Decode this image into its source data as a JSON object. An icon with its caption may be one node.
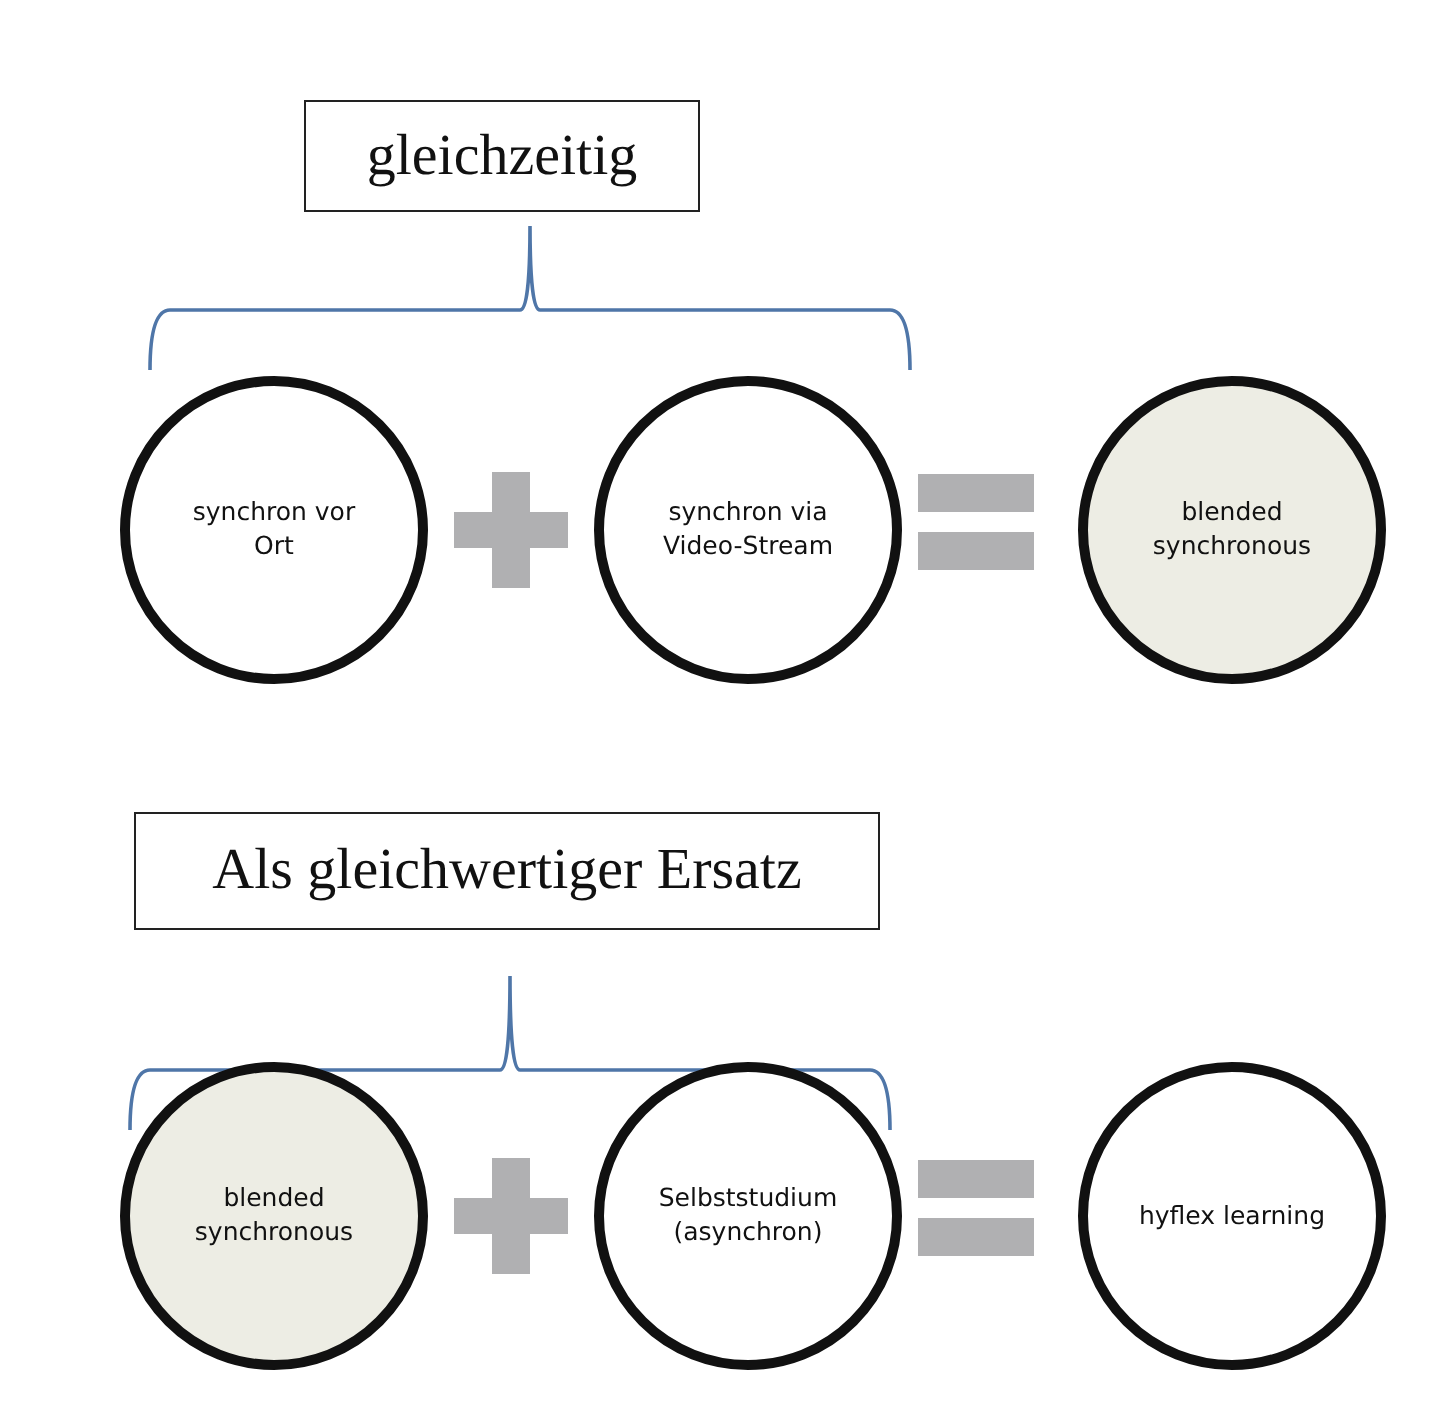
{
  "diagram": {
    "nodes": [
      {
        "text": [
          "gleichzeitig"
        ]
      },
      {
        "text": [
          "synchron vor Ort"
        ]
      },
      {
        "text": [
          "synchron via Video-Stream"
        ]
      },
      {
        "text": [
          "blended synchronous"
        ]
      },
      {
        "text": [
          "Als gleichwertiger Ersatz"
        ]
      },
      {
        "text": [
          "blended synchronous"
        ]
      },
      {
        "text": [
          "Selbststudium (asynchron)"
        ]
      },
      {
        "text": [
          "hyflex learning"
        ]
      }
    ]
  }
}
